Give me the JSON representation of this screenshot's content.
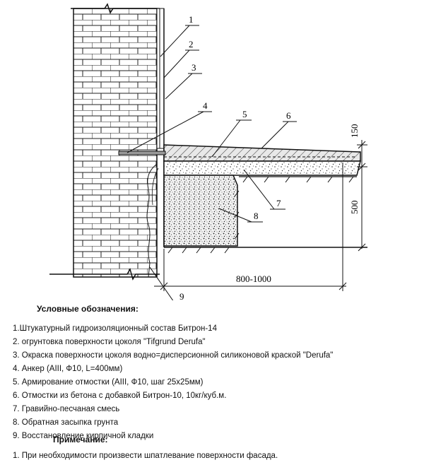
{
  "callouts": [
    "1",
    "2",
    "3",
    "4",
    "5",
    "6",
    "7",
    "8",
    "9"
  ],
  "dimensions": {
    "top_layer": "150",
    "depth": "500",
    "width": "800-1000"
  },
  "legend": {
    "title": "Условные обозначения:",
    "items": [
      "1.Штукатурный гидроизоляционный состав Битрон-14",
      "2. огрунтовка поверхности цоколя \"Tifgrund Derufa\"",
      "3. Окраска поверхности цоколя водно=дисперсионной силиконовой краской \"Derufa\"",
      "4. Анкер (AIII, Ф10, L=400мм)",
      "5. Армирование отмостки (AIII, Ф10, шаг 25х25мм)",
      "6. Отмостки из бетона с добавкой Битрон-10, 10кг/куб.м.",
      "7. Гравийно-песчаная смесь",
      "8. Обратная засыпка грунта",
      "9. Восстановление кирпичной кладки"
    ]
  },
  "note": {
    "title": "Примечание:",
    "items": [
      "1. При необходимости произвести шпатлевание поверхности фасада."
    ]
  }
}
